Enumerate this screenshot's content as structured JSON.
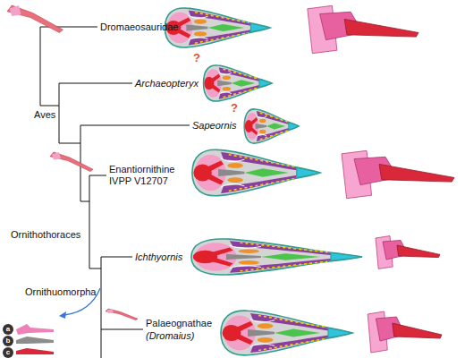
{
  "diagram": {
    "nodes": [
      {
        "text": [
          "a"
        ]
      },
      {
        "text": [
          "b"
        ]
      },
      {
        "text": [
          "c"
        ]
      }
    ],
    "labels": [
      "Dromaeosauridae",
      "Archaeopteryx",
      "?",
      "Aves",
      "Sapeornis",
      "?",
      "Enantiornithine IVPP V12707",
      "Ichthyornis",
      "Ornithothoraces",
      "Ornithuomorpha",
      "Palaeognathae",
      "(Dromaius)"
    ]
  }
}
